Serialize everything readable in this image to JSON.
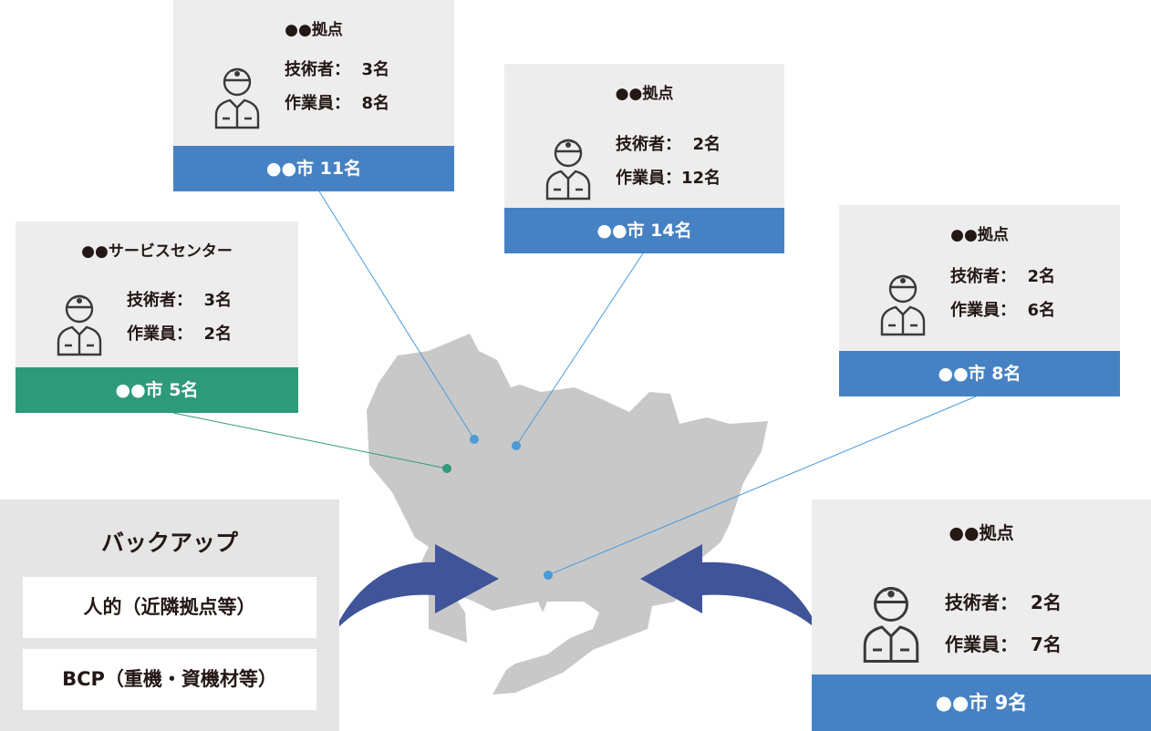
{
  "sites": [
    {
      "title": "●●拠点",
      "engineers": "技術者：  3名",
      "workers": "作業員：  8名",
      "band": "●●市  11名",
      "band_color": "#4682c3"
    },
    {
      "title": "●●拠点",
      "engineers": "技術者：  2名",
      "workers": "作業員：12名",
      "band": "●●市  14名",
      "band_color": "#4682c3"
    },
    {
      "title": "●●サービスセンター",
      "engineers": "技術者：  3名",
      "workers": "作業員：  2名",
      "band": "●●市  5名",
      "band_color": "#2e9a7a"
    },
    {
      "title": "●●拠点",
      "engineers": "技術者：  2名",
      "workers": "作業員：  6名",
      "band": "●●市  8名",
      "band_color": "#4682c3"
    },
    {
      "title": "●●拠点",
      "engineers": "技術者：  2名",
      "workers": "作業員：  7名",
      "band": "●●市  9名",
      "band_color": "#4682c3"
    }
  ],
  "backup": {
    "title": "バックアップ",
    "items": [
      "人的（近隣拠点等）",
      "BCP（重機・資機材等）"
    ]
  },
  "colors": {
    "map": "#c9c8c9",
    "arrow": "#3f5499",
    "line_blue": "#4a9bd8",
    "line_green": "#2e9a7a"
  }
}
